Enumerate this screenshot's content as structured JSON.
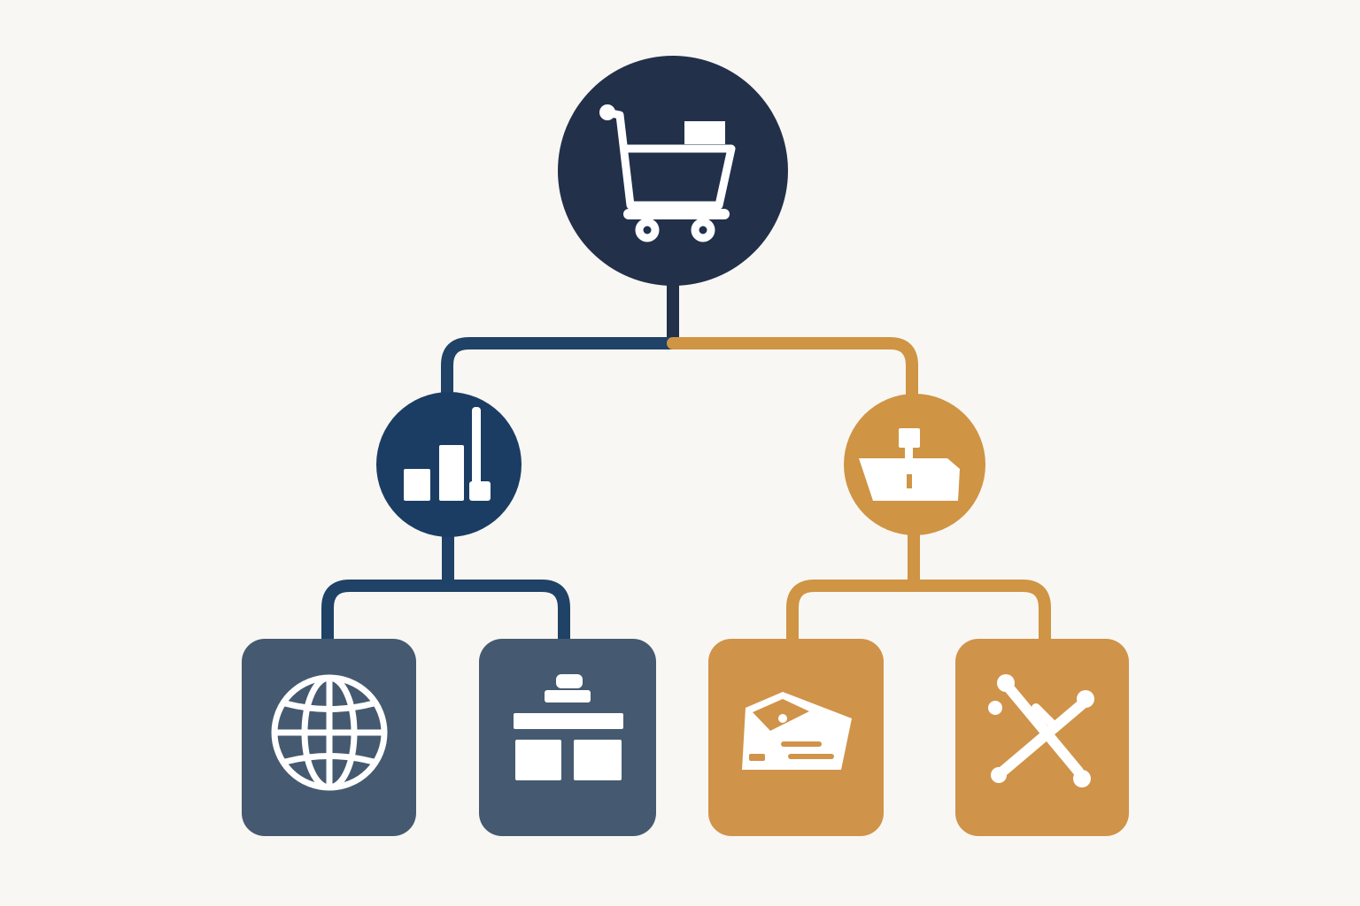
{
  "colors": {
    "background": "#f9f7f3",
    "navy_dark": "#22304a",
    "navy_mid": "#1f3e5f",
    "slate_blue": "#455a70",
    "gold": "#ce9545",
    "gold_tile": "#d0934a",
    "icon": "#ffffff"
  },
  "nodes": {
    "root": {
      "icon": "shopping-cart-icon",
      "shape": "circle",
      "color": "navy_dark"
    },
    "left_branch": {
      "icon": "bar-chart-icon",
      "shape": "circle",
      "color": "navy_mid"
    },
    "right_branch": {
      "icon": "open-box-icon",
      "shape": "circle",
      "color": "gold"
    },
    "leaves": [
      {
        "icon": "globe-icon",
        "shape": "rounded-square",
        "color": "slate_blue",
        "parent": "left_branch"
      },
      {
        "icon": "storefront-icon",
        "shape": "rounded-square",
        "color": "slate_blue",
        "parent": "left_branch"
      },
      {
        "icon": "payment-card-icon",
        "shape": "rounded-square",
        "color": "gold_tile",
        "parent": "right_branch"
      },
      {
        "icon": "crossed-tools-icon",
        "shape": "rounded-square",
        "color": "gold_tile",
        "parent": "right_branch"
      }
    ]
  }
}
